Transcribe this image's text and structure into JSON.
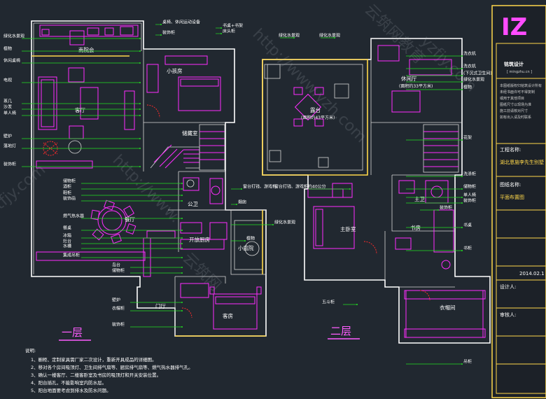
{
  "floor1": {
    "title": "一层",
    "rooms": {
      "garden": "南院会",
      "kid_bedroom": "小孩房",
      "living": "客厅",
      "storage": "储藏室",
      "bath": "公卫",
      "dining": "餐厅",
      "kitchen": "开放厨房",
      "small_garden": "小庭院",
      "foyer": "门厅",
      "guest": "客房"
    },
    "left_labels": [
      "绿化水景观",
      "植物",
      "休闲桌椅",
      "电视",
      "茶几",
      "沙发",
      "单人椅",
      "壁炉",
      "落地灯",
      "装饰柜",
      "储物柜",
      "酒柜",
      "鞋柜",
      "装饰画",
      "燃气热水器",
      "餐桌",
      "冰箱",
      "灶台",
      "水槽",
      "集成吊柜",
      "岛台",
      "储物柜",
      "壁炉",
      "衣帽柜",
      "装饰柜"
    ],
    "top_labels": [
      "桌椅、休闲运动设备",
      "书桌+书架",
      "装饰柜",
      "床头柜"
    ],
    "mid_labels": [
      "窗台打钱、游戏柜",
      "绿化水景观",
      "植物",
      "烟囱"
    ],
    "right_labels": [
      "绿化水景观",
      "植物",
      "电视",
      "装饰柜"
    ]
  },
  "floor2": {
    "title": "二层",
    "rooms": {
      "terrace": "露台",
      "terrace_note": "(面积约43平方米)",
      "leisure": "休闲厅",
      "leisure_note": "(面积约33平方米)",
      "master": "主卧室",
      "bath": "主卫",
      "study": "书房",
      "closet": "衣帽间"
    },
    "top_labels": [
      "绿化水景观",
      "绿化水景观"
    ],
    "right_labels": [
      "洗衣机",
      "洗衣机",
      "(下沉式卫生间)",
      "绿化水景观",
      "植物",
      "花架",
      "洗涤柜",
      "储物柜",
      "单人椅",
      "装饰柜",
      "书桌",
      "书柜",
      "吊柜"
    ],
    "mid_labels": [
      "窗台打钱、游戏柜约40公分",
      "装饰柜"
    ],
    "bottom_labels": [
      "五斗柜"
    ]
  },
  "notes": {
    "heading": "说明:",
    "lines": [
      "1、橱柜、定制家具需厂家二次设计，重新开具成品的详细图。",
      "2、移对各个房间吸顶灯、卫生间排气扇等、厨房排气扇等、燃气热水器排气孔。",
      "3、确认一楼客厅、二楼客卧室及书房的吸顶灯和开关安装位置。",
      "4、阳台插孔，不能影响室内防水层。",
      "5、阳台地面要考虑到排水及防水问题。"
    ]
  },
  "title_block": {
    "logo": "IZ",
    "company": "铭筑设计",
    "company_en": "[ mingzhu.cn ]",
    "desc": [
      "本图纸版权归铭筑设计所有",
      "未经书面许可不得复制",
      "或用于其他项目",
      "图纸尺寸以现场为准",
      "施工前请核对尺寸",
      "如有出入请及时联系"
    ],
    "project_label": "工程名称:",
    "project_name": "湖北恩施李先生别墅",
    "drawing_label": "图纸名称:",
    "drawing_name": "平面布置图",
    "date": "2014.02.1",
    "designer_label": "设计人:",
    "checker_label": "审核人:"
  },
  "watermarks": [
    "http://www.yzh.com",
    "云筑网教育",
    "tfjy.com",
    "http://www.",
    "云筑网",
    "yzfjy.com"
  ]
}
